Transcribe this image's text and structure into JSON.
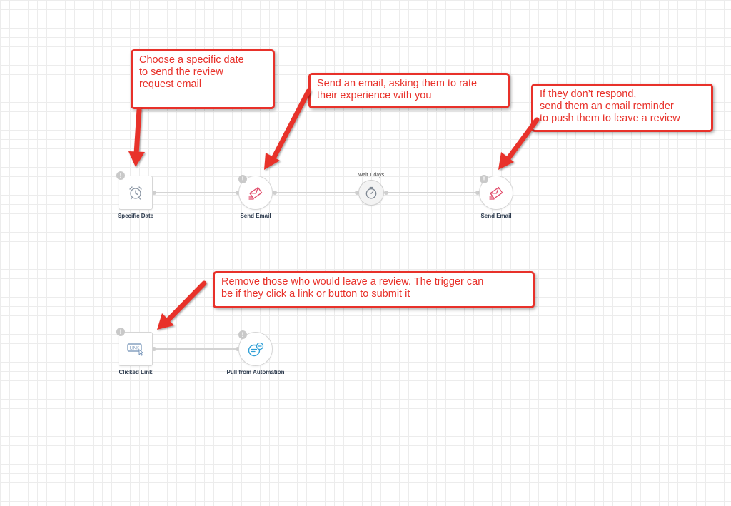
{
  "callouts": {
    "date": [
      "Choose a specific date",
      "to send the review",
      "request email"
    ],
    "send": [
      "Send an email, asking them to rate",
      "their experience with you"
    ],
    "reminder": [
      "If they don’t respond,",
      "send them an email reminder",
      "to push them to leave a review"
    ],
    "remove": [
      "Remove those who would leave a review. The trigger can",
      "be if they click a link or button to submit it"
    ]
  },
  "nodes": {
    "specific_date": "Specific Date",
    "send_email_1": "Send Email",
    "wait": "Wait  1 days",
    "send_email_2": "Send Email",
    "clicked_link": "Clicked Link",
    "pull": "Pull from Automation"
  },
  "badge": "!",
  "link_badge_text": "LINK",
  "icons": {
    "specific_date": "alarm-clock-icon",
    "send_email": "envelope-send-icon",
    "wait": "stopwatch-icon",
    "clicked_link": "link-click-icon",
    "pull": "pull-from-automation-icon"
  },
  "colors": {
    "callout": "#e8312a",
    "email_icon": "#e04b6a",
    "pull_icon": "#2f9fd6",
    "label": "#2d3b4e"
  }
}
